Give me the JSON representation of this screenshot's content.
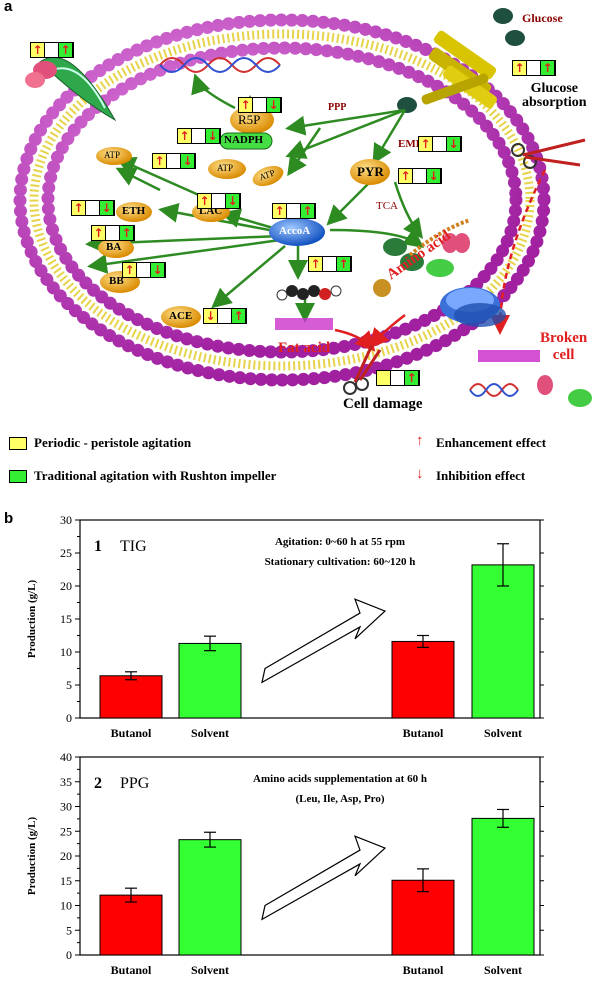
{
  "panel_a": {
    "letter": "a",
    "labels": {
      "glucose": "Glucose",
      "glucose_absorption_1": "Glucose",
      "glucose_absorption_2": "absorption",
      "r5p": "R5P",
      "ppp": "PPP",
      "nadph": "NADPH",
      "atp1": "ATP",
      "atp2": "ATP",
      "atp3": "ATP",
      "emp": "EMP",
      "pyr": "PYR",
      "tca": "TCA",
      "eth": "ETH",
      "lac": "LAC",
      "accoa": "AccoA",
      "ba": "BA",
      "bb": "BB",
      "ace": "ACE",
      "amino_acid": "Amino acid",
      "fat_acid": "Fat acid",
      "broken_cell_1": "Broken",
      "broken_cell_2": "cell",
      "cell_damage": "Cell damage"
    },
    "colors": {
      "periodic": "#ffff66",
      "traditional": "#33ee33",
      "up_arrow": "#ff0000",
      "down_arrow": "#ff0000",
      "membrane": "#cc33cc",
      "pathway": "#2e8b22"
    }
  },
  "legend": {
    "periodic": "Periodic - peristole agitation",
    "traditional": "Traditional agitation with Rushton impeller",
    "enhancement": "Enhancement effect",
    "inhibition": "Inhibition effect"
  },
  "panel_b": {
    "letter": "b"
  },
  "chart_data": [
    {
      "type": "bar",
      "panel_number": "1",
      "panel_name": "TIG",
      "annotation_1": "Agitation: 0~60 h at 55 rpm",
      "annotation_2": "Stationary cultivation: 60~120 h",
      "ylabel": "Production (g/L)",
      "ylim": [
        0,
        30
      ],
      "yticks": [
        "0",
        "5",
        "10",
        "15",
        "20",
        "25",
        "30"
      ],
      "categories": [
        "Butanol",
        "Solvent",
        "Butanol",
        "Solvent"
      ],
      "values": [
        6.4,
        11.3,
        11.6,
        23.2
      ],
      "errors": [
        0.6,
        1.1,
        0.9,
        3.2
      ],
      "colors": [
        "#ff0000",
        "#33ff33",
        "#ff0000",
        "#33ff33"
      ]
    },
    {
      "type": "bar",
      "panel_number": "2",
      "panel_name": "PPG",
      "annotation_1": "Amino acids supplementation at 60 h",
      "annotation_2": "(Leu, Ile,  Asp, Pro)",
      "ylabel": "Production (g/L)",
      "ylim": [
        0,
        40
      ],
      "yticks": [
        "0",
        "5",
        "10",
        "15",
        "20",
        "25",
        "30",
        "35",
        "40"
      ],
      "categories": [
        "Butanol",
        "Solvent",
        "Butanol",
        "Solvent"
      ],
      "values": [
        12.1,
        23.3,
        15.1,
        27.6
      ],
      "errors": [
        1.4,
        1.5,
        2.3,
        1.8
      ],
      "colors": [
        "#ff0000",
        "#33ff33",
        "#ff0000",
        "#33ff33"
      ]
    }
  ]
}
